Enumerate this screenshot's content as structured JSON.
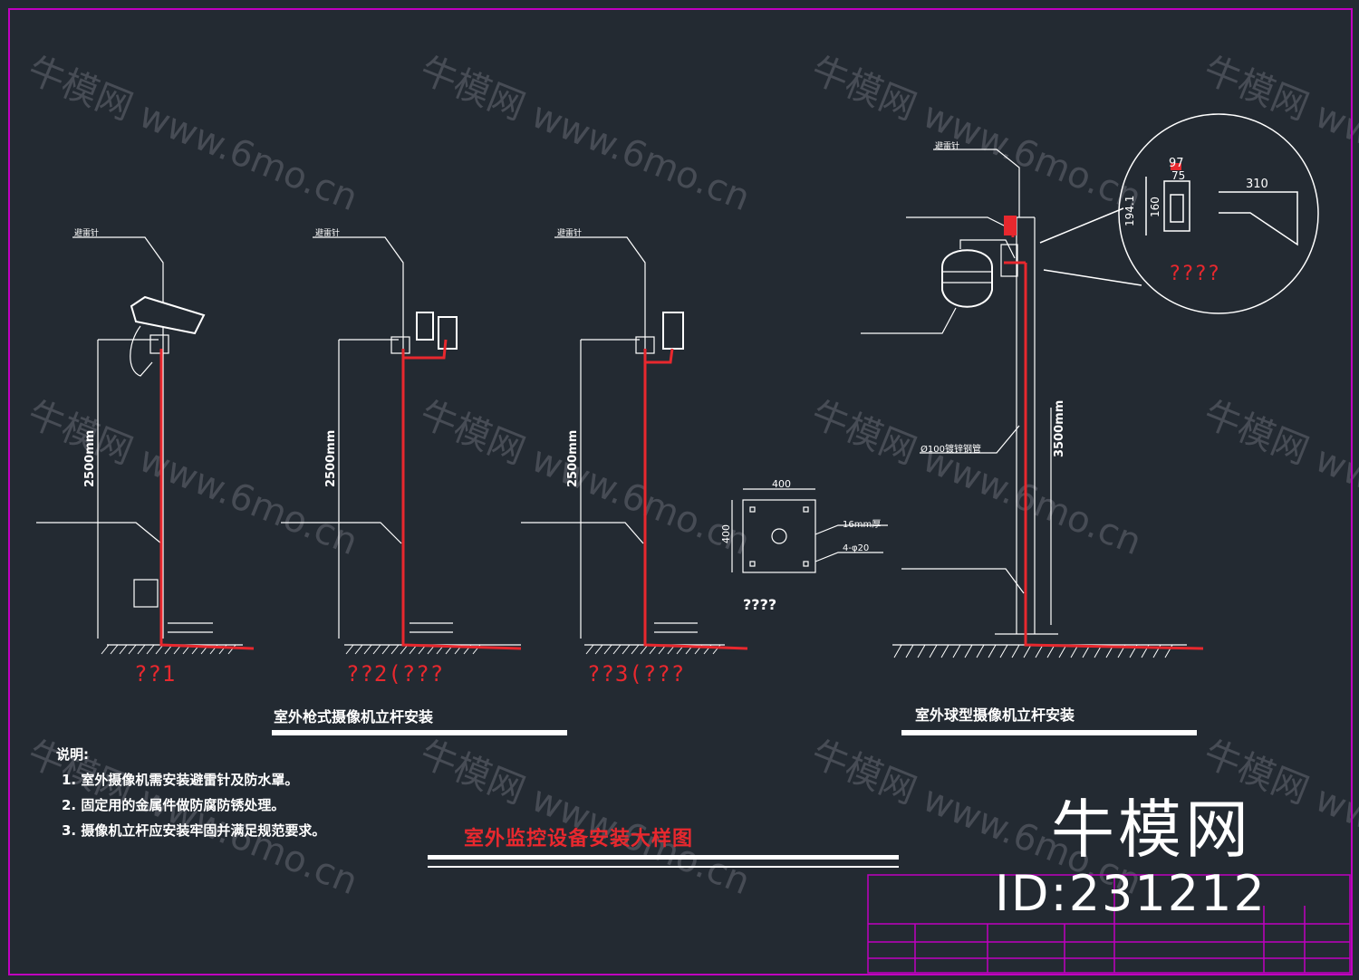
{
  "watermark": {
    "brand": "牛模网",
    "url": "www.6mo.cn"
  },
  "figures": {
    "fig1_label": "??1",
    "fig2_label": "??2(???",
    "fig3_label": "??3(???",
    "base_plate_label": "????",
    "detail_label": "????"
  },
  "dimensions": {
    "pole_height_small": "2500mm",
    "pole_height_large": "3500mm",
    "plate_width": "400",
    "plate_height": "400",
    "detail_97": "97",
    "detail_75": "75",
    "detail_310": "310",
    "detail_194": "194.1",
    "detail_160": "160",
    "plate_thickness": "16mm厚",
    "plate_bolts": "4-φ20",
    "conduit_dia": "Ø100镀锌钢管"
  },
  "captions": {
    "gun_caption": "室外枪式摄像机立杆安装",
    "dome_caption": "室外球型摄像机立杆安装",
    "main_title": "室外监控设备安装大样图"
  },
  "notes": {
    "heading": "说明:",
    "items": [
      "1. 室外摄像机需安装避雷针及防水罩。",
      "2. 固定用的金属件做防腐防锈处理。",
      "3. 摄像机立杆应安装牢固并满足规范要求。"
    ]
  },
  "brand_overlay": {
    "name": "牛模网",
    "id": "ID:231212"
  },
  "colors": {
    "background": "#232a32",
    "frame": "#c000c0",
    "cable": "#e8282e",
    "line": "#ffffff"
  }
}
